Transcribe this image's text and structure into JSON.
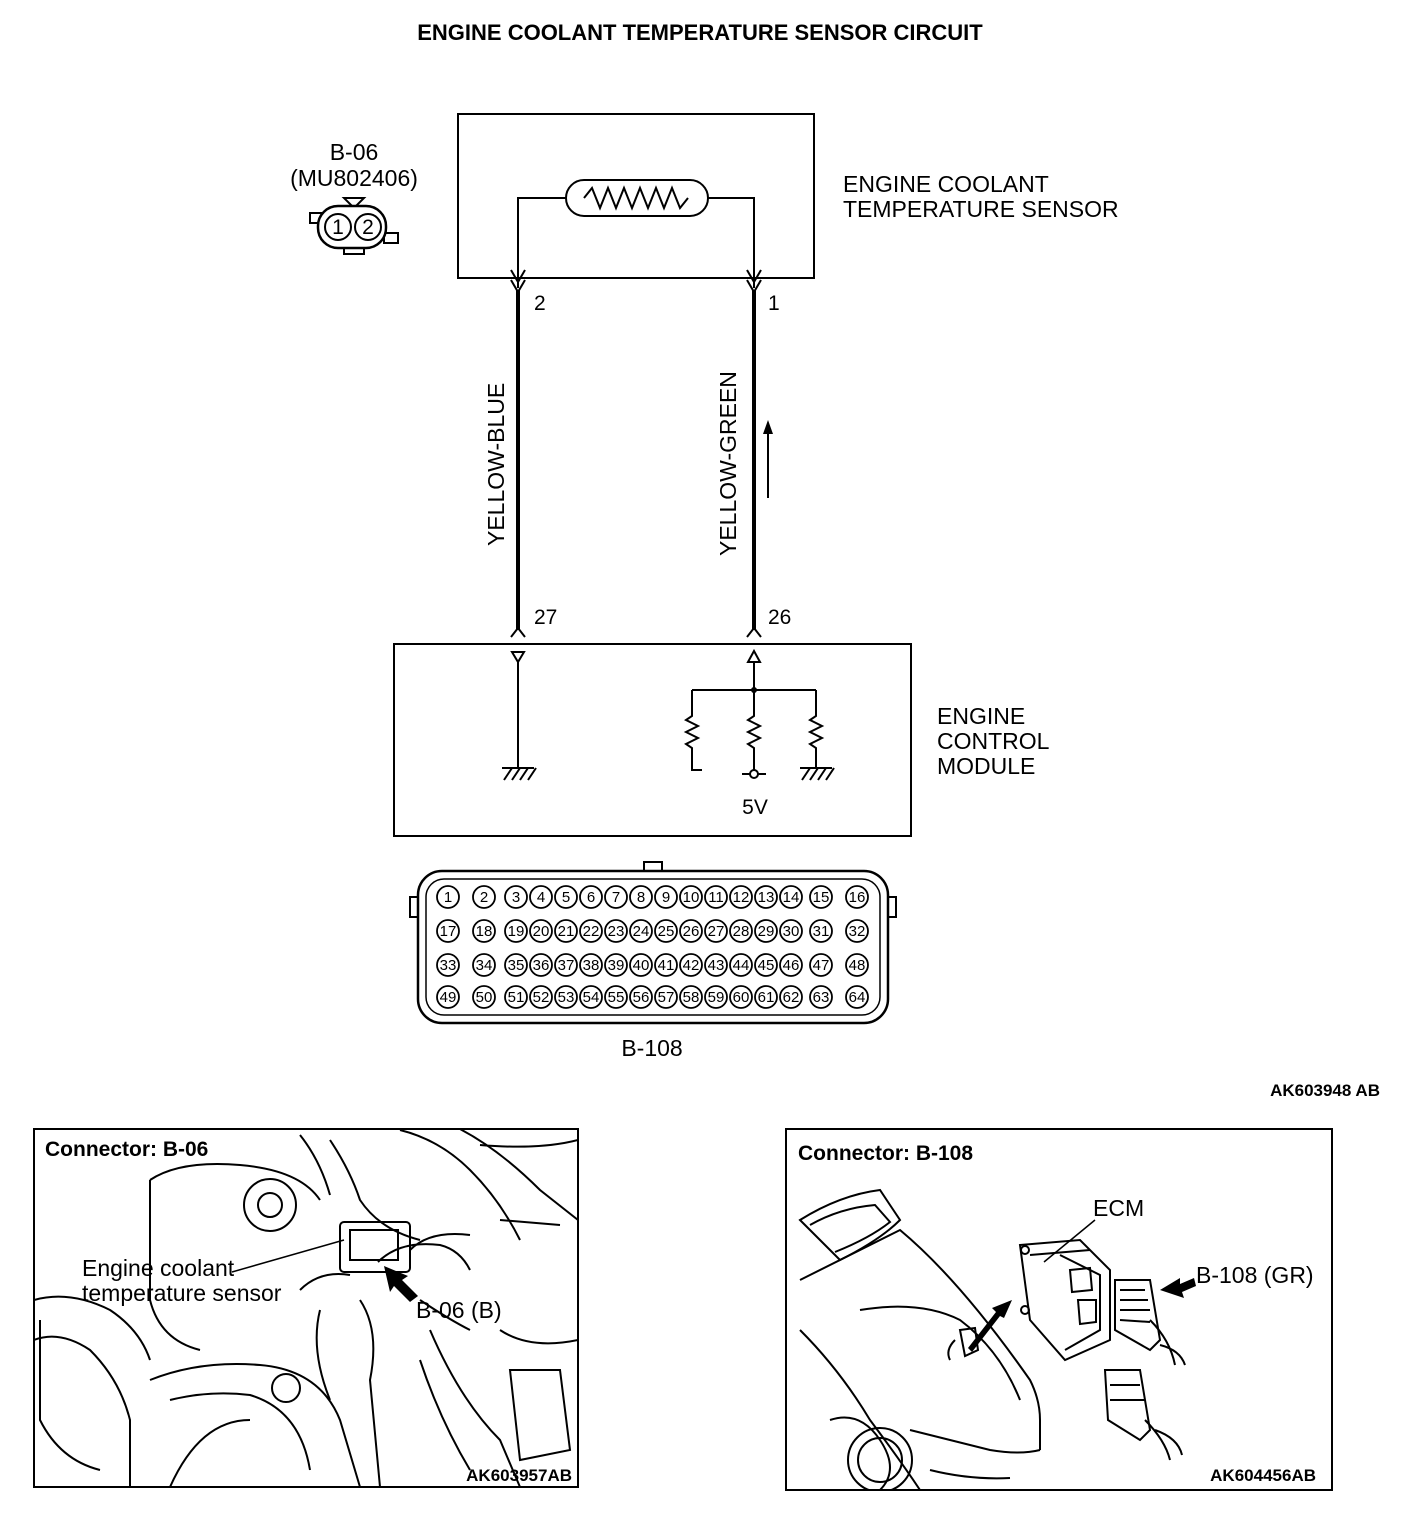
{
  "title": "ENGINE COOLANT TEMPERATURE SENSOR CIRCUIT",
  "sensor_connector": {
    "id": "B-06",
    "part_number": "(MU802406)",
    "pins": [
      "1",
      "2"
    ]
  },
  "sensor": {
    "label_line1": "ENGINE COOLANT",
    "label_line2": "TEMPERATURE SENSOR",
    "pin_left": "2",
    "pin_right": "1"
  },
  "wires": [
    {
      "color": "YELLOW-BLUE",
      "sensor_pin": "2",
      "ecm_pin": "27"
    },
    {
      "color": "YELLOW-GREEN",
      "sensor_pin": "1",
      "ecm_pin": "26"
    }
  ],
  "ecm": {
    "label_line1": "ENGINE",
    "label_line2": "CONTROL",
    "label_line3": "MODULE",
    "supply": "5V"
  },
  "ecm_connector": {
    "id": "B-108",
    "rows": [
      [
        "1",
        "2",
        "3",
        "4",
        "5",
        "6",
        "7",
        "8",
        "9",
        "10",
        "11",
        "12",
        "13",
        "14",
        "15",
        "16"
      ],
      [
        "17",
        "18",
        "19",
        "20",
        "21",
        "22",
        "23",
        "24",
        "25",
        "26",
        "27",
        "28",
        "29",
        "30",
        "31",
        "32"
      ],
      [
        "33",
        "34",
        "35",
        "36",
        "37",
        "38",
        "39",
        "40",
        "41",
        "42",
        "43",
        "44",
        "45",
        "46",
        "47",
        "48"
      ],
      [
        "49",
        "50",
        "51",
        "52",
        "53",
        "54",
        "55",
        "56",
        "57",
        "58",
        "59",
        "60",
        "61",
        "62",
        "63",
        "64"
      ]
    ]
  },
  "diagram_code": "AK603948 AB",
  "panel_left": {
    "title": "Connector: B-06",
    "callout_line1": "Engine coolant",
    "callout_line2": "temperature sensor",
    "connector_label": "B-06 (B)",
    "code": "AK603957AB"
  },
  "panel_right": {
    "title": "Connector: B-108",
    "ecm_label": "ECM",
    "connector_label": "B-108 (GR)",
    "code": "AK604456AB"
  }
}
